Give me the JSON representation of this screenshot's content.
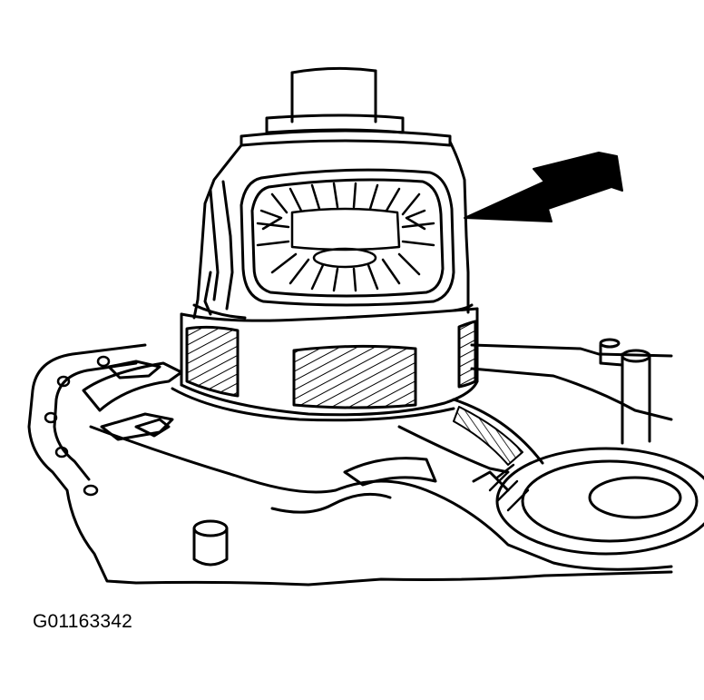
{
  "figure": {
    "id_label": "G01163342",
    "ink_color": "#000000",
    "paper_color": "#ffffff"
  },
  "callouts": [
    {
      "name": "arrow",
      "icon": "pointer-arrow-icon",
      "target": "differential-case"
    }
  ]
}
